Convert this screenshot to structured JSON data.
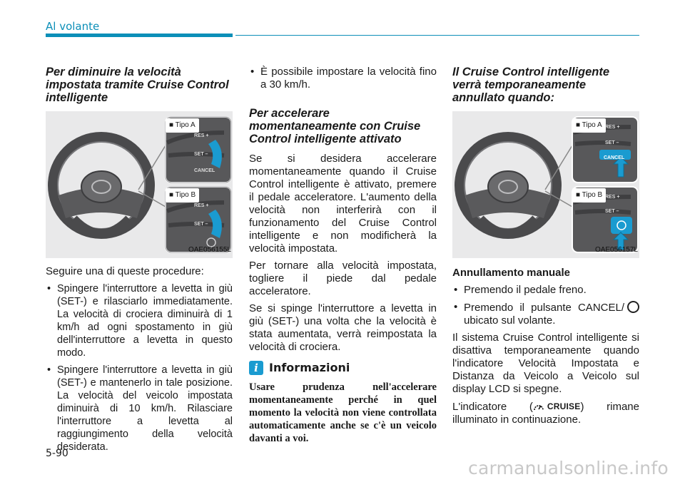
{
  "header": {
    "section_title": "Al volante"
  },
  "footer": {
    "page_number": "5-90",
    "watermark": "carmanualsonline.info"
  },
  "col1": {
    "heading": "Per diminuire la velocità impostata tramite Cruise Control intelligente",
    "figure": {
      "label_a": "■ Tipo A",
      "label_b": "■ Tipo B",
      "btn_res": "RES +",
      "btn_set": "SET –",
      "btn_cancel": "CANCEL",
      "code": "OAE056155L"
    },
    "intro": "Seguire una di queste procedure:",
    "bullets": [
      "Spingere l'interruttore a levetta in giù (SET-) e rilasciarlo immediatamente. La velocità di crociera diminuirà di 1 km/h ad ogni spostamento in giù dell'interruttore a levetta in questo modo.",
      "Spingere l'interruttore a levetta in giù (SET-) e mantenerlo in tale posizione. La velocità del veicolo impostata diminuirà di 10 km/h. Rilasciare l'interruttore a levetta al raggiungimento della velocità desiderata."
    ]
  },
  "col2": {
    "bullet": "È possibile impostare la velocità fino a 30 km/h.",
    "heading": "Per accelerare momentaneamente con Cruise Control intelligente attivato",
    "paragraphs": [
      "Se si desidera accelerare momentaneamente quando il Cruise Control intelligente è attivato, premere il pedale acceleratore. L'aumento della velocità non interferirà con il funzionamento del Cruise Control intelligente e non modificherà la velocità impostata.",
      "Per tornare alla velocità impostata, togliere il piede dal pedale acceleratore.",
      "Se si spinge l'interruttore a levetta in giù (SET-) una volta che la velocità è stata aumentata, verrà reimpostata la velocità di crociera."
    ],
    "info": {
      "icon_letter": "i",
      "title": "Informazioni",
      "text": "Usare prudenza nell'accelerare momentaneamente perché in quel momento la velocità non viene controllata automaticamente anche se c'è un veicolo davanti a voi."
    }
  },
  "col3": {
    "heading": "Il Cruise Control intelligente verrà temporaneamente annullato quando:",
    "figure": {
      "label_a": "■ Tipo A",
      "label_b": "■ Tipo B",
      "btn_res": "RES +",
      "btn_set": "SET –",
      "btn_cancel": "CANCEL",
      "code": "OAE056157L"
    },
    "subheading": "Annullamento manuale",
    "bullet1": "Premendo il pedale freno.",
    "bullet2_pre": "Premendo il pulsante CANCEL/",
    "bullet2_post": "ubicato sul volante.",
    "para1": "Il sistema Cruise Control intelligente si disattiva temporaneamente quando l'indicatore Velocità Impostata e Distanza da Veicolo a Veicolo sul display LCD si spegne.",
    "para2_pre": "L'indicatore (",
    "cruise_text": "CRUISE",
    "para2_post": ") rimane illuminato in continuazione."
  },
  "colors": {
    "accent": "#0c8fb8",
    "info_icon": "#1a9bd0",
    "highlight": "#1a9bd0"
  }
}
